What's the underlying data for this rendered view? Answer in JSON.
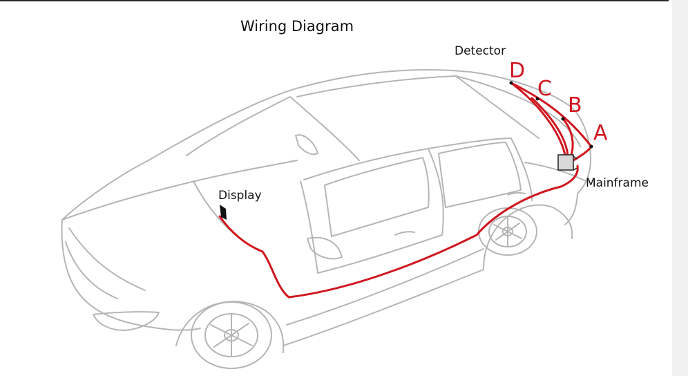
{
  "title": "Wiring Diagram",
  "labels": {
    "detector": "Detector",
    "display": "Display",
    "mainframe": "Mainframe"
  },
  "sensors": [
    "A",
    "B",
    "C",
    "D"
  ],
  "colors": {
    "wire": "#d0161f",
    "outline": "#b5b5b5",
    "text": "#111111",
    "side_panel": "#f0f0f0"
  }
}
